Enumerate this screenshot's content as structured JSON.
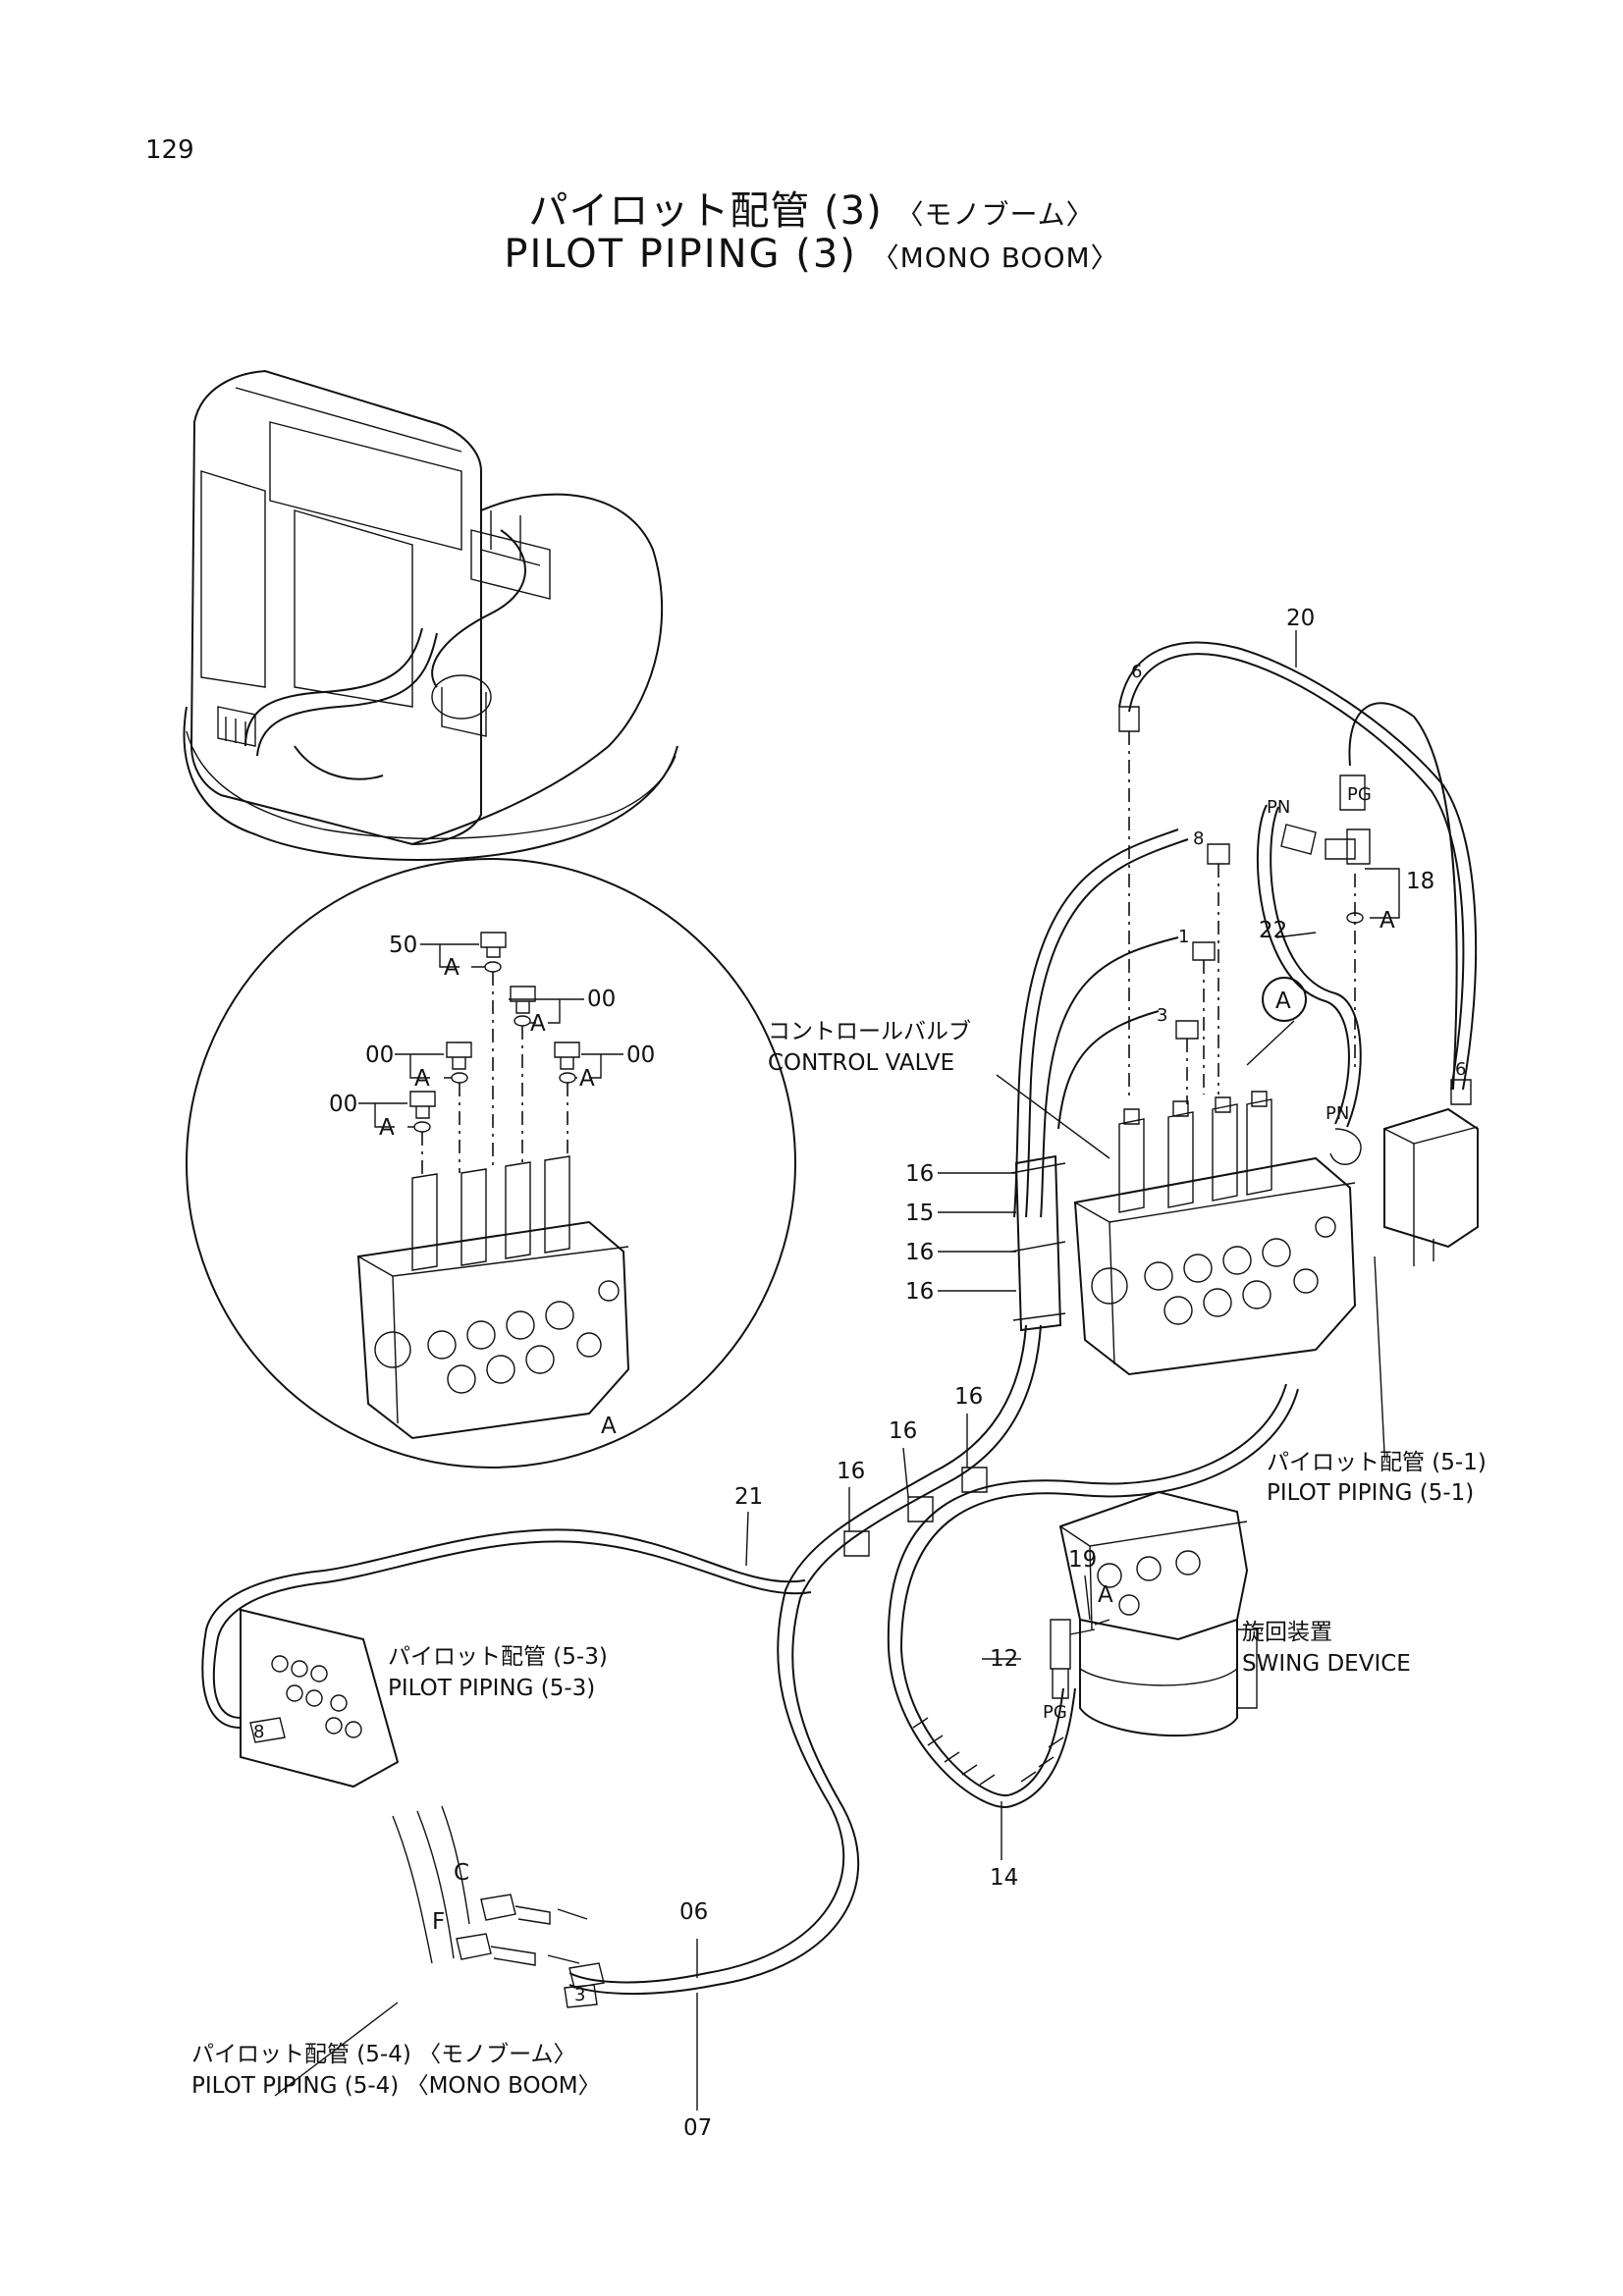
{
  "page": {
    "number": "129"
  },
  "title": {
    "jp": "パイロット配管 (3)",
    "jp_sub": "〈モノブーム〉",
    "en": "PILOT PIPING (3)",
    "en_sub": "〈MONO BOOM〉"
  },
  "callouts": {
    "c20": "20",
    "c18": "18",
    "c22": "22",
    "cA_circle": "A",
    "cA18": "A",
    "pg_top": "PG",
    "pn_top": "PN",
    "pn_side": "PN",
    "num6_top": "6",
    "num6_side": "6",
    "num8_valve": "8",
    "num1_valve": "1",
    "num3_valve": "3",
    "control_valve_jp": "コントロールバルブ",
    "control_valve_en": "CONTROL VALVE",
    "c16a": "16",
    "c15": "15",
    "c16b": "16",
    "c16c": "16",
    "c16d": "16",
    "c16e": "16",
    "c16f": "16",
    "c21": "21",
    "c19": "19",
    "cA19": "A",
    "c12": "12",
    "pg_swing": "PG",
    "c14": "14",
    "swing_jp": "旋回装置",
    "swing_en": "SWING DEVICE",
    "pp51_jp": "パイロット配管 (5-1)",
    "pp51_en": "PILOT PIPING (5-1)",
    "pp53_jp": "パイロット配管 (5-3)",
    "pp53_en": "PILOT PIPING (5-3)",
    "num8_left": "8",
    "port_c": "C",
    "port_f": "F",
    "c06": "06",
    "c07": "07",
    "num3_bottom": "3",
    "pp54_jp": "パイロット配管 (5-4) 〈モノブーム〉",
    "pp54_en": "PILOT PIPING (5-4) 〈MONO BOOM〉"
  },
  "detail_a": {
    "label": "A",
    "c50": "50",
    "a50": "A",
    "c00_r1": "00",
    "a00_r1": "A",
    "c00_l2": "00",
    "a00_l2": "A",
    "c00_r2": "00",
    "a00_r2": "A",
    "c00_l3": "00",
    "a00_l3": "A"
  }
}
